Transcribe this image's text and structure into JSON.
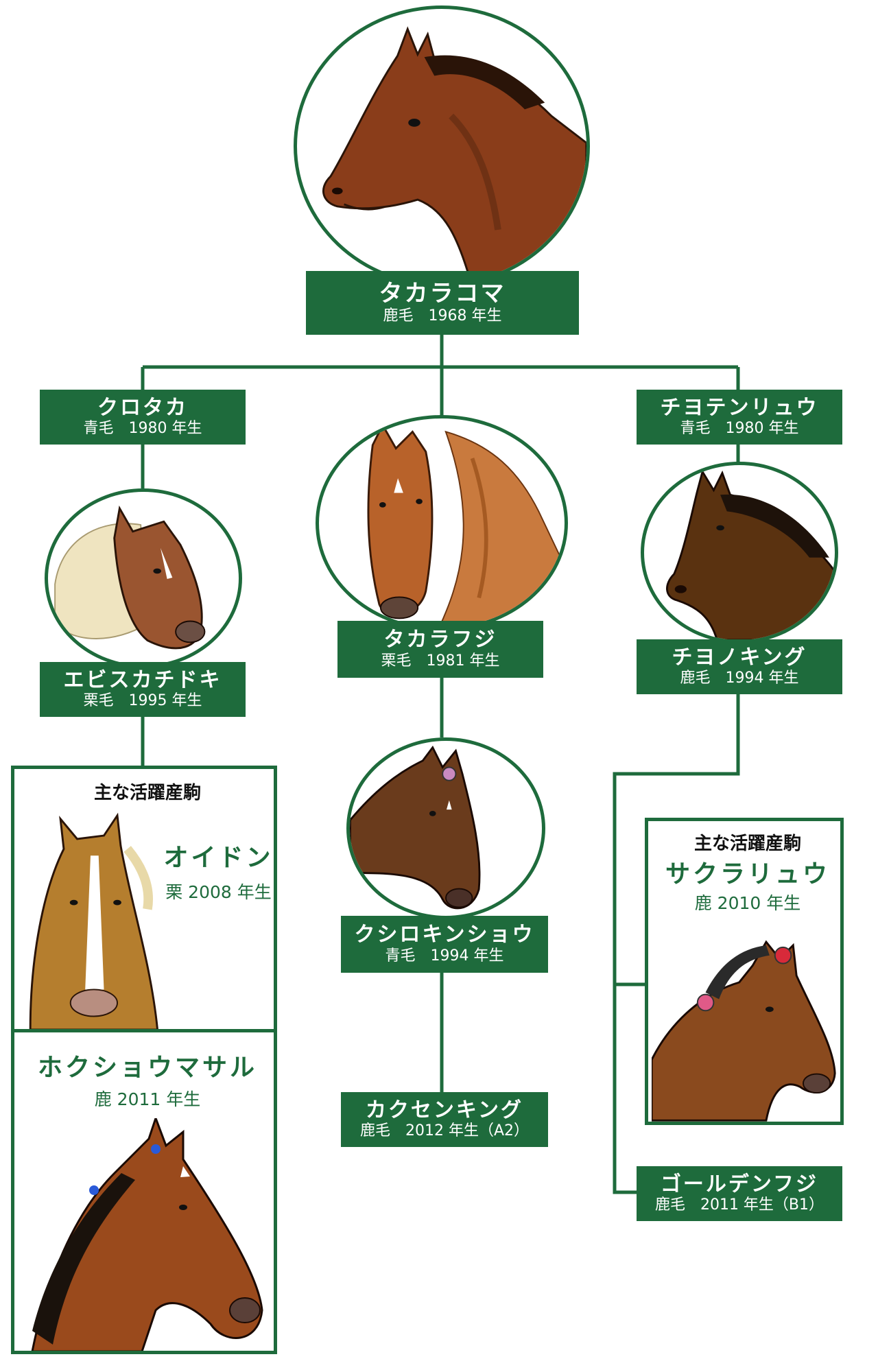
{
  "root": {
    "name": "タカラコマ",
    "sub": "鹿毛　1968 年生"
  },
  "kurotaka": {
    "name": "クロタカ",
    "sub": "青毛　1980 年生"
  },
  "takarafuji": {
    "name": "タカラフジ",
    "sub": "栗毛　1981 年生"
  },
  "chiyotenryu": {
    "name": "チヨテンリュウ",
    "sub": "青毛　1980 年生"
  },
  "ebisu": {
    "name": "エビスカチドキ",
    "sub": "栗毛　1995 年生"
  },
  "chiyonoking": {
    "name": "チヨノキング",
    "sub": "鹿毛　1994 年生"
  },
  "kushiro": {
    "name": "クシロキンショウ",
    "sub": "青毛　1994 年生"
  },
  "kakusen": {
    "name": "カクセンキング",
    "sub": "鹿毛　2012 年生（A2）"
  },
  "gold": {
    "name": "ゴールデンフジ",
    "sub": "鹿毛　2011 年生（B1）"
  },
  "left_panel": {
    "heading": "主な活躍産駒",
    "oidon": {
      "name": "オイドン",
      "sub": "栗 2008 年生"
    },
    "hokusho": {
      "name": "ホクショウマサル",
      "sub": "鹿 2011 年生"
    }
  },
  "right_panel": {
    "heading": "主な活躍産駒",
    "sakura": {
      "name": "サクラリュウ",
      "sub": "鹿 2010 年生"
    }
  },
  "colors": {
    "green": "#1e6b3c",
    "bay": "#8a3d1a",
    "chestnut": "#b8622a",
    "black": "#3a2614",
    "flaxen": "#efe4c0"
  }
}
